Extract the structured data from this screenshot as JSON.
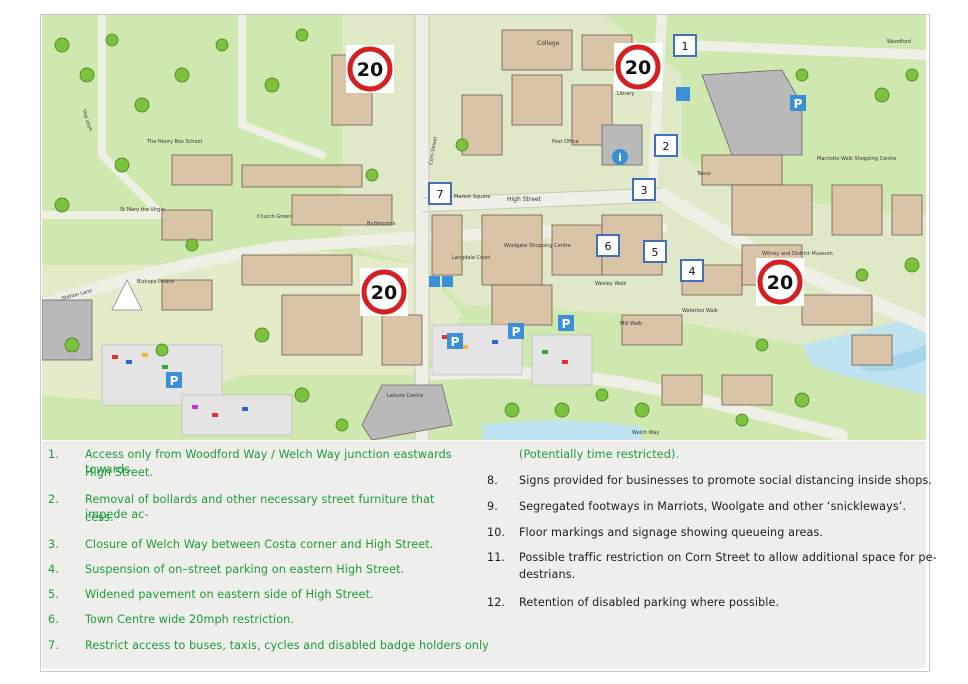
{
  "map": {
    "place_labels": {
      "college": "College",
      "library": "Library",
      "woodford": "Woodford",
      "the_leys": "The Leys",
      "henry_box": "The Henry Box School",
      "corn_street": "Corn Street",
      "post_office": "Post Office",
      "marriotts_walk": "Marriotts Walk Shopping Centre",
      "st_mary": "St Mary the Virgin",
      "church_green": "Church Green",
      "buttercross": "Buttercross",
      "market_square": "Market Square",
      "high_street": "High Street",
      "woolgate": "Woolgate Shopping Centre",
      "langdale_court": "Langdale Court",
      "wesley_walk": "Wesley Walk",
      "museum": "Witney and District Museum",
      "station_lane": "Station Lane",
      "bishops_palace": "Bishops Palace",
      "mill_walk": "Mill Walk",
      "waterloo_walk": "Waterloo Walk",
      "leisure_centre": "Leisure Centre",
      "welch_way": "Welch Way",
      "tesco": "Tesco"
    },
    "speed_signs": [
      "20",
      "20",
      "20",
      "20"
    ],
    "markers": [
      "1",
      "2",
      "3",
      "4",
      "5",
      "6",
      "7"
    ],
    "parking_symbol": "P",
    "info_symbol": "i"
  },
  "legend": {
    "left": [
      {
        "num": "1.",
        "text": "Access only from Woodford Way / Welch Way junction eastwards towards",
        "cont": "High Street."
      },
      {
        "num": "2.",
        "text": "Removal of bollards and other necessary street furniture that impede ac-",
        "cont": "cess."
      },
      {
        "num": "3.",
        "text": "Closure of Welch Way between Costa corner and High Street.",
        "cont": ""
      },
      {
        "num": "4.",
        "text": "Suspension of on–street parking on eastern High Street.",
        "cont": ""
      },
      {
        "num": "5.",
        "text": "Widened pavement on eastern side of High Street.",
        "cont": ""
      },
      {
        "num": "6.",
        "text": "Town Centre wide 20mph restriction.",
        "cont": ""
      },
      {
        "num": "7.",
        "text": "Restrict access to buses, taxis, cycles and disabled badge holders only",
        "cont": ""
      }
    ],
    "right_continuation": "(Potentially time restricted).",
    "right": [
      {
        "num": "8.",
        "text": "Signs provided for businesses to promote social distancing inside shops.",
        "cont": ""
      },
      {
        "num": "9.",
        "text": "Segregated footways in Marriots, Woolgate and other ‘snickleways’.",
        "cont": ""
      },
      {
        "num": "10.",
        "text": "Floor markings and signage showing queueing areas.",
        "cont": ""
      },
      {
        "num": "11.",
        "text": "Possible traffic restriction on Corn Street to allow additional space for pe-",
        "cont": "destrians."
      },
      {
        "num": "12.",
        "text": "Retention of disabled parking where possible.",
        "cont": ""
      }
    ],
    "colors": {
      "green": "#1e9a3b",
      "dark": "#1d1d1d"
    }
  }
}
